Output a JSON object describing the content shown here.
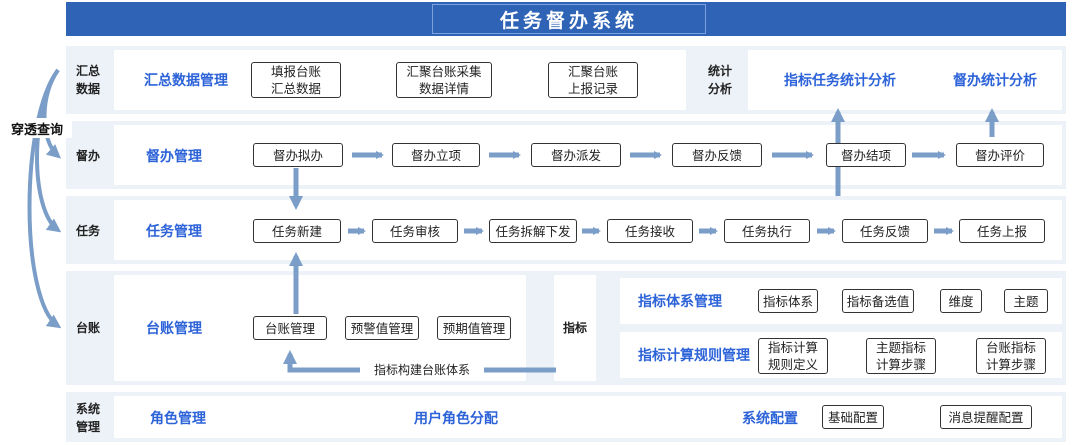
{
  "title": "任务督办系统",
  "rows": {
    "summary": "汇总\n数据",
    "supervise": "督办",
    "task": "任务",
    "ledger": "台账",
    "system": "系统\n管理"
  },
  "penetrate_label": "穿透查询",
  "summary_mgmt": {
    "title": "汇总数据管理",
    "items": [
      "填报台账\n汇总数据",
      "汇聚台账采集\n数据详情",
      "汇聚台账\n上报记录"
    ]
  },
  "stats": {
    "label": "统计\n分析",
    "items": [
      "指标任务统计分析",
      "督办统计分析"
    ]
  },
  "supervise_mgmt": {
    "title": "督办管理",
    "steps": [
      "督办拟办",
      "督办立项",
      "督办派发",
      "督办反馈",
      "督办结项",
      "督办评价"
    ]
  },
  "task_mgmt": {
    "title": "任务管理",
    "steps": [
      "任务新建",
      "任务审核",
      "任务拆解下发",
      "任务接收",
      "任务执行",
      "任务反馈",
      "任务上报"
    ]
  },
  "ledger_mgmt": {
    "title": "台账管理",
    "items": [
      "台账管理",
      "预警值管理",
      "预期值管理"
    ],
    "link_label": "指标构建台账体系"
  },
  "indicator": {
    "label": "指标",
    "system_title": "指标体系管理",
    "system_items": [
      "指标体系",
      "指标备选值",
      "维度",
      "主题"
    ],
    "calc_title": "指标计算规则管理",
    "calc_items": [
      "指标计算\n规则定义",
      "主题指标\n计算步骤",
      "台账指标\n计算步骤"
    ]
  },
  "system_mgmt": {
    "items": [
      "角色管理",
      "用户角色分配",
      "系统配置"
    ],
    "config_items": [
      "基础配置",
      "消息提醒配置"
    ]
  },
  "colors": {
    "title_bar": "#2f63b6",
    "accent": "#2d63d8",
    "band": "#edf2f8",
    "arrow": "#7b9ec8"
  }
}
